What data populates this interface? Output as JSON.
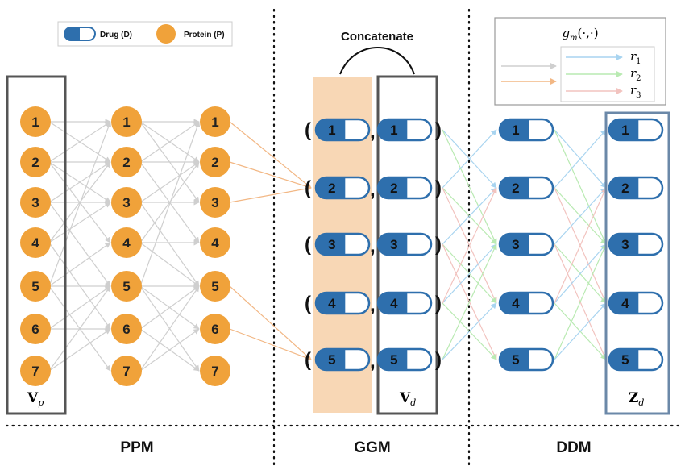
{
  "legend": {
    "drug_label": "Drug (D)",
    "protein_label": "Protein (P)"
  },
  "colors": {
    "drug": "#2e6fad",
    "protein": "#f0a23a",
    "concat_highlight": "#f8d7b5",
    "edge_gray": "#cfcfcf",
    "edge_orange": "#f2b784",
    "r1": "#a8d4f0",
    "r2": "#b9eab2",
    "r3": "#f2c3bf"
  },
  "protein_nodes": [
    "1",
    "2",
    "3",
    "4",
    "5",
    "6",
    "7"
  ],
  "drug_nodes": [
    "1",
    "2",
    "3",
    "4",
    "5"
  ],
  "box_labels": {
    "vp": "V",
    "vp_sub": "p",
    "vd": "V",
    "vd_sub": "d",
    "zd": "Z",
    "zd_sub": "d"
  },
  "concatenate_label": "Concatenate",
  "relation_legend": {
    "title": "g",
    "title_sub": "m",
    "title_args": "(·,·)",
    "items": [
      {
        "name": "r",
        "sub": "1"
      },
      {
        "name": "r",
        "sub": "2"
      },
      {
        "name": "r",
        "sub": "3"
      }
    ]
  },
  "sections": [
    "PPM",
    "GGM",
    "DDM"
  ],
  "icons": {
    "drug": "capsule-icon",
    "protein": "circle-icon"
  }
}
